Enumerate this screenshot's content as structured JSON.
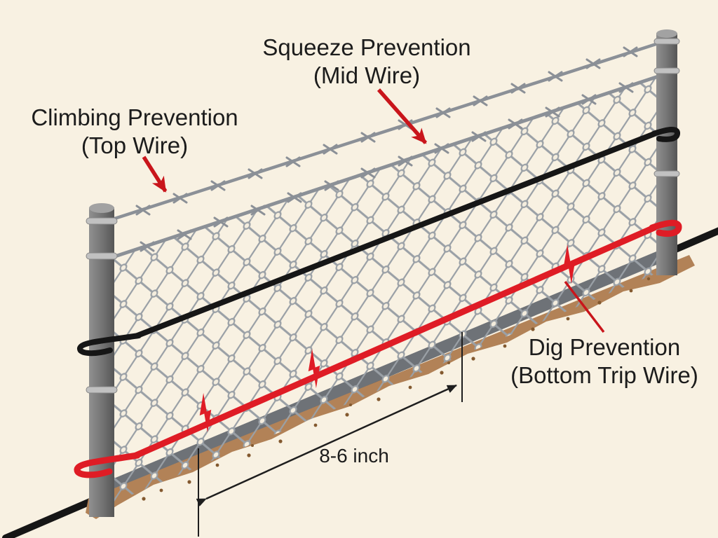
{
  "scene": {
    "labels": {
      "climbing": {
        "line1": "Climbing Prevention",
        "line2": "(Top Wire)"
      },
      "squeeze": {
        "line1": "Squeeze Prevention",
        "line2": "(Mid Wire)"
      },
      "dig": {
        "line1": "Dig Prevention",
        "line2": "(Bottom Trip Wire)"
      },
      "measurement": "8-6 inch"
    },
    "wires": [
      {
        "name": "top-barbed-wire",
        "purpose": "Climbing Prevention (Top Wire)"
      },
      {
        "name": "mid-barbed-wire",
        "purpose": "Squeeze Prevention (Mid Wire)"
      },
      {
        "name": "bottom-trip-wire",
        "purpose": "Dig Prevention (Bottom Trip Wire)"
      }
    ],
    "colors": {
      "background": "#f8f1e2",
      "text": "#1c1c1c",
      "annotation_red": "#c9151b",
      "trip_wire_red": "#df1c25",
      "wire_black": "#161616",
      "mesh_gray": "#9aa0a6",
      "knuckle_fill": "#f4edde",
      "barbed_gray": "#8b9097",
      "post_light": "#909090",
      "post_mid": "#757575",
      "post_dark": "#565656",
      "ring_gray": "#c1c1c1",
      "dirt_brown": "#b28257",
      "dirt_dot_brown": "#83592f",
      "shadow_gray": "#6e7277",
      "dimension_black": "#1e1e1e"
    }
  }
}
